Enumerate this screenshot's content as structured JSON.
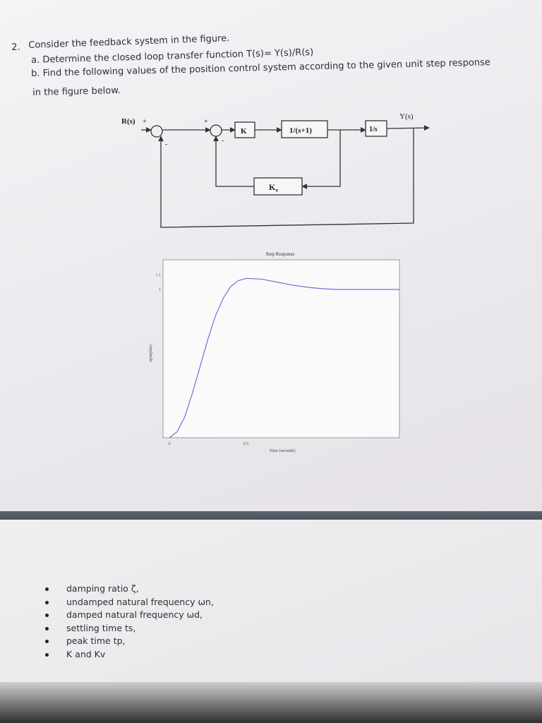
{
  "question": {
    "number": "2.",
    "intro": "Consider the feedback system in the figure.",
    "part_a": "a. Determine the closed loop transfer function T(s)= Y(s)/R(s)",
    "part_b_line1": "b. Find the following values of the position control system according to the given unit step response",
    "part_b_line2": "in the figure below."
  },
  "block_diagram": {
    "input_label": "R(s)",
    "output_label": "Y(s)",
    "sign_plus_1": "+",
    "sign_minus_1": "-",
    "sign_plus_2": "+",
    "sign_minus_2": "-",
    "block_k": "K",
    "block_plant": "1/(s+1)",
    "block_integrator": "1/s",
    "block_feedback": "K",
    "block_feedback_sub": "v"
  },
  "chart_data": {
    "type": "line",
    "title": "Step Response",
    "xlabel": "Time (seconds)",
    "ylabel": "Amplitude",
    "x_ticks": [
      "0",
      "0.5"
    ],
    "y_ticks": [
      "1.1",
      "1"
    ],
    "xlim": [
      0,
      1.5
    ],
    "ylim": [
      0,
      1.2
    ],
    "series": [
      {
        "x": [
          0,
          0.05,
          0.1,
          0.15,
          0.2,
          0.25,
          0.3,
          0.35,
          0.4,
          0.45,
          0.5,
          0.6,
          0.7,
          0.8,
          0.9,
          1.0,
          1.1,
          1.2,
          1.3,
          1.4,
          1.5
        ],
        "y": [
          0,
          0.04,
          0.14,
          0.3,
          0.48,
          0.66,
          0.82,
          0.94,
          1.02,
          1.06,
          1.075,
          1.07,
          1.05,
          1.03,
          1.015,
          1.005,
          1.0,
          1.0,
          1.0,
          1.0,
          1.0
        ]
      }
    ],
    "line_color": "#6f6fd8",
    "grid": false
  },
  "items": [
    {
      "label": "damping ratio ζ,"
    },
    {
      "label": "undamped natural frequency ωn,"
    },
    {
      "label": "damped natural frequency ωd,"
    },
    {
      "label": "settling time ts,"
    },
    {
      "label": "peak time tp,"
    },
    {
      "label": "K and Kv"
    }
  ]
}
